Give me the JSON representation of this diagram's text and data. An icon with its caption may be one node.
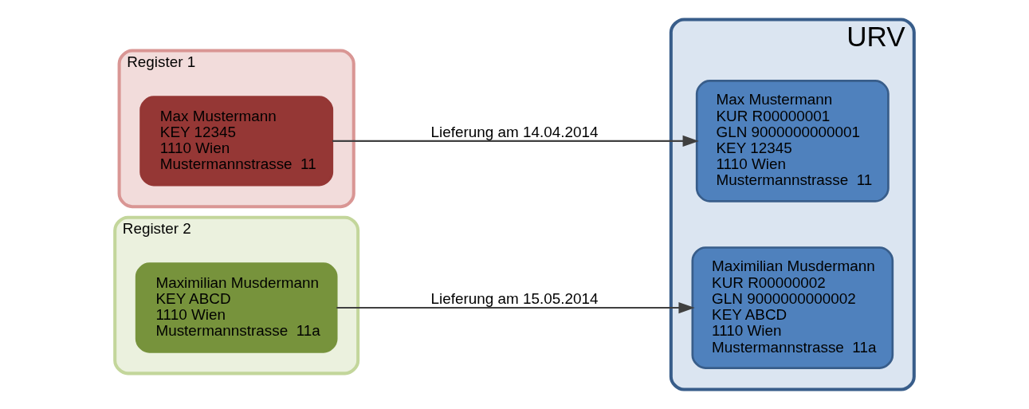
{
  "diagram": {
    "nodes": [
      {
        "text": [
          "Register 1"
        ]
      },
      {
        "text": [
          "Max Mustermann",
          "KEY 12345",
          "1110 Wien",
          "Mustermannstrasse  11"
        ],
        "in": 0
      },
      {
        "text": [
          "Register 2"
        ]
      },
      {
        "text": [
          "Maximilian Musdermann",
          "KEY ABCD",
          "1110 Wien",
          "Mustermannstrasse  11a"
        ],
        "in": 2
      },
      {
        "text": [
          "URV"
        ]
      },
      {
        "text": [
          "Max Mustermann",
          "KUR R00000001",
          "GLN 9000000000001",
          "KEY 12345",
          "1110 Wien",
          "Mustermannstrasse  11"
        ],
        "in": 4
      },
      {
        "text": [
          "Maximilian Musdermann",
          "KUR R00000002",
          "GLN 9000000000002",
          "KEY ABCD",
          "1110 Wien",
          "Mustermannstrasse  11a"
        ],
        "in": 4
      }
    ],
    "edges": [
      {
        "from": 1,
        "to": 5,
        "arrow": "to",
        "label": "Lieferung am 14.04.2014"
      },
      {
        "from": 3,
        "to": 6,
        "arrow": "to",
        "label": "Lieferung am 15.05.2014"
      }
    ]
  }
}
